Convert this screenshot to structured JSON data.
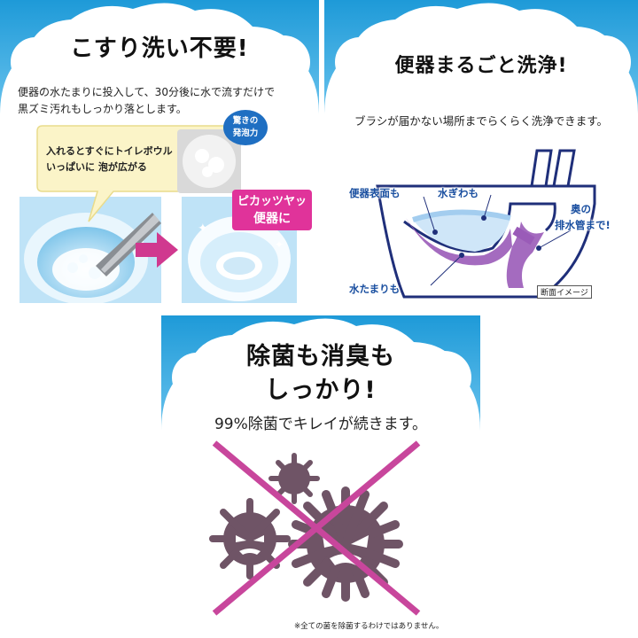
{
  "panel1": {
    "title": "こすり洗い不要!",
    "desc_line1": "便器の水たまりに投入して、30分後に水で流すだけで",
    "desc_line2": "黒ズミ汚れもしっかり落とします。",
    "callout_line1": "入れるとすぐにトイレボウル",
    "callout_line2": "いっぱいに 泡が広がる",
    "foam_badge_line1": "驚きの",
    "foam_badge_line2": "発泡力",
    "shine_line1": "ピカッツヤッ",
    "shine_line2": "便器に"
  },
  "panel2": {
    "title": "便器まるごと洗浄!",
    "desc": "ブラシが届かない場所までらくらく洗浄できます。",
    "label_surface": "便器表面も",
    "label_waterline": "水ぎわも",
    "label_drain_line1": "奥の",
    "label_drain_line2": "排水管まで!",
    "label_pool": "水たまりも",
    "cross_section_note": "断面イメージ"
  },
  "panel3": {
    "title_line1": "除菌も消臭も",
    "title_line2": "しっかり!",
    "desc": "99%除菌でキレイが続きます。",
    "footnote": "※全ての菌を除菌するわけではありません。"
  },
  "colors": {
    "sky_blue": "#2aa7e2",
    "pink": "#e0339a",
    "navy": "#1f2f7a",
    "germ": "#6f5466",
    "cross": "#c8469c"
  }
}
